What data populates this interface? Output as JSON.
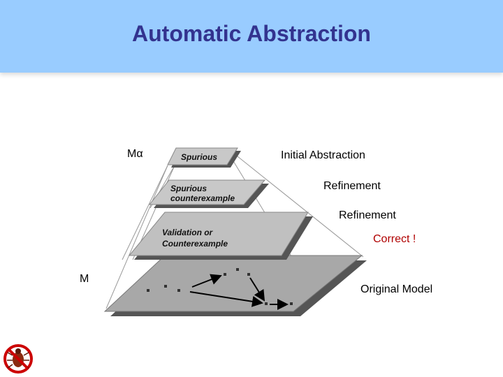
{
  "slide": {
    "title": "Automatic Abstraction"
  },
  "labels": {
    "m_alpha": "Mα",
    "m": "M",
    "initial_abstraction": "Initial Abstraction",
    "refinement_1": "Refinement",
    "refinement_2": "Refinement",
    "correct": "Correct !",
    "original_model": "Original Model"
  },
  "layers": {
    "top_label": "Spurious",
    "second_label_line1": "Spurious",
    "second_label_line2": "counterexample",
    "third_label_line1": "Validation or",
    "third_label_line2": "Counterexample"
  },
  "colors": {
    "header_bg": "#99ccff",
    "title_color": "#33338f",
    "correct_color": "#b00000",
    "layer_fill": "#c0c0c0",
    "base_fill": "#a8a8a8",
    "shadow": "#555555"
  },
  "icons": {
    "logo": "bug-prohibited-icon"
  }
}
